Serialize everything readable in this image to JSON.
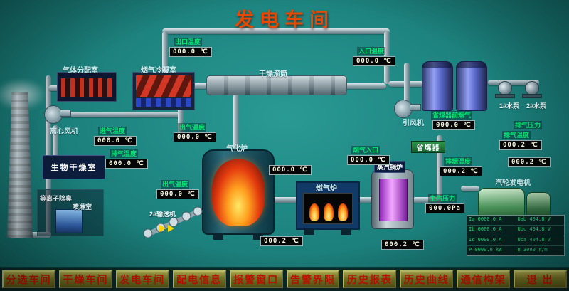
{
  "title": "发电车间",
  "menu": {
    "items": [
      "分选车间",
      "干燥车间",
      "发电车间",
      "配电信息",
      "报警窗口",
      "告警界限",
      "历史报表",
      "历史曲线",
      "通信构架",
      "退 出"
    ]
  },
  "sensors": [
    {
      "label": "出口温度",
      "value": "000.0 ℃"
    },
    {
      "label": "入口温度",
      "value": "000.0 ℃"
    },
    {
      "label": "进气温度",
      "value": "000.0 ℃"
    },
    {
      "label": "排气温度",
      "value": "000.0 ℃"
    },
    {
      "label": "出气温度",
      "value": "000.0 ℃"
    },
    {
      "label": "出气温度",
      "value": "000.0 ℃"
    },
    {
      "label": "",
      "value": "000.0 ℃"
    },
    {
      "label": "烟气入口",
      "value": "000.0 ℃"
    },
    {
      "label": "省煤器前烟气",
      "value": "000.0 ℃"
    },
    {
      "label": "排烟温度",
      "value": "000.2 ℃"
    },
    {
      "label": "主汽压力",
      "value": "000.0Pa"
    },
    {
      "label": "排气压力",
      "value": "000.2 ℃"
    },
    {
      "label": "排气温度",
      "value": "000.2 ℃"
    },
    {
      "label": "",
      "value": "000.2 ℃"
    },
    {
      "label": "",
      "value": "000.2 ℃"
    }
  ],
  "equipment": {
    "gas_distribution": "气体分配室",
    "flue_condenser": "烟气冷凝室",
    "drying_drum": "干燥滚筒",
    "centrifugal_fan": "离心风机",
    "bio_drying_room": "生物干燥室",
    "plasma_deodorizer": "等离子除臭",
    "spray_room": "喷淋室",
    "gasifier": "气化炉",
    "gas_furnace": "燃气炉",
    "steam_boiler": "蒸汽锅炉",
    "economizer": "省煤器",
    "induced_fan": "引风机",
    "turbine_generator": "汽轮发电机",
    "conveyor2": "2#输送机",
    "pump1": "1#水泵",
    "pump2": "2#水泵"
  },
  "generator_panel": {
    "rows": [
      [
        "Ia 0000.0 A",
        "Uab 404.8 V"
      ],
      [
        "Ib 0000.0 A",
        "Ubc 404.8 V"
      ],
      [
        "Ic 0000.0 A",
        "Uca 404.8 V"
      ],
      [
        "P 0000.0 kW",
        "n 3000 r/m"
      ]
    ]
  },
  "colors": {
    "background": "#1c807c",
    "title": "#e84800",
    "label_green": "#00e673",
    "menu_button_bg": "#7c7c28",
    "menu_button_text": "#cc1200",
    "display_bg": "#050505",
    "display_text": "#f8f8e0"
  }
}
